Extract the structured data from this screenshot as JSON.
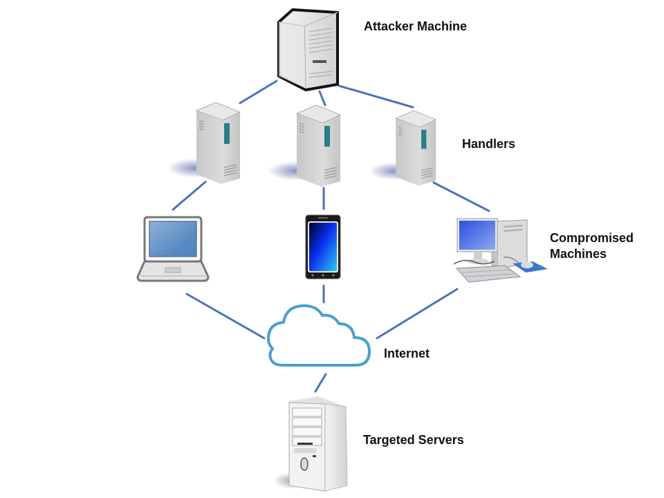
{
  "title": "DDoS Attack Architecture",
  "labels": {
    "attacker": "Attacker Machine",
    "handlers": "Handlers",
    "compromised_line1": "Compromised",
    "compromised_line2": "Machines",
    "internet": "Internet",
    "targets": "Targeted Servers"
  },
  "nodes": [
    {
      "id": "attacker",
      "type": "tower-outlined",
      "label": "Attacker Machine"
    },
    {
      "id": "handler-1",
      "type": "server",
      "group": "Handlers"
    },
    {
      "id": "handler-2",
      "type": "server",
      "group": "Handlers"
    },
    {
      "id": "handler-3",
      "type": "server",
      "group": "Handlers"
    },
    {
      "id": "laptop",
      "type": "laptop",
      "group": "Compromised Machines"
    },
    {
      "id": "smartphone",
      "type": "smartphone",
      "group": "Compromised Machines"
    },
    {
      "id": "desktop",
      "type": "desktop",
      "group": "Compromised Machines"
    },
    {
      "id": "internet",
      "type": "cloud",
      "label": "Internet"
    },
    {
      "id": "target",
      "type": "tower",
      "label": "Targeted Servers"
    }
  ],
  "edges": [
    [
      "attacker",
      "handler-1"
    ],
    [
      "attacker",
      "handler-2"
    ],
    [
      "attacker",
      "handler-3"
    ],
    [
      "handler-1",
      "laptop"
    ],
    [
      "handler-2",
      "smartphone"
    ],
    [
      "handler-3",
      "desktop"
    ],
    [
      "laptop",
      "internet"
    ],
    [
      "smartphone",
      "internet"
    ],
    [
      "desktop",
      "internet"
    ],
    [
      "internet",
      "target"
    ]
  ],
  "colors": {
    "link": "#4a72b8",
    "cloud_stroke": "#4a9fd0",
    "text": "#111111",
    "screen_blue": "#1f5fe0",
    "server_teal": "#2a7f86"
  }
}
